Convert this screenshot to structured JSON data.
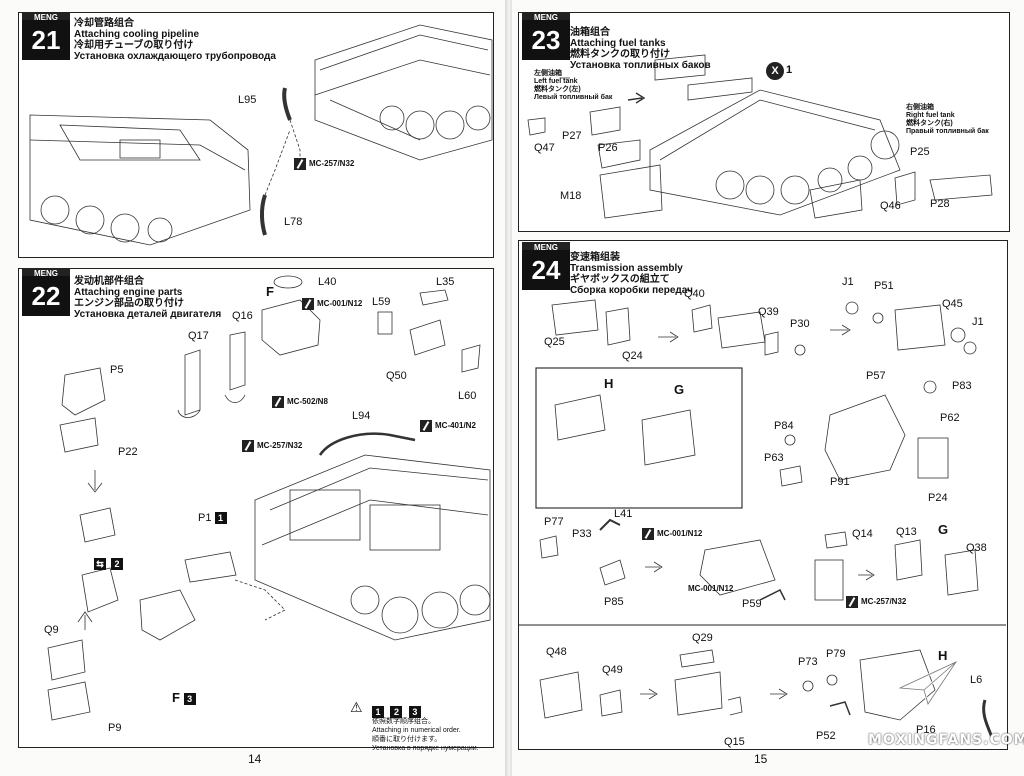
{
  "brand": "MENG",
  "step21": {
    "number": "21",
    "title_cn": "冷却管路组合",
    "title_en": "Attaching cooling pipeline",
    "title_jp": "冷却用チューブの取り付け",
    "title_ru": "Установка охлаждающего трубопровода",
    "labels": [
      "L95",
      "L78"
    ],
    "paint": "MC-257/N32"
  },
  "step22": {
    "number": "22",
    "title_cn": "发动机部件组合",
    "title_en": "Attaching engine parts",
    "title_jp": "エンジン部品の取り付け",
    "title_ru": "Установка деталей двигателя",
    "sub_f": "F",
    "labels": [
      "L40",
      "L35",
      "L59",
      "Q50",
      "L60",
      "Q17",
      "Q16",
      "L94",
      "P5",
      "P22",
      "P1",
      "Q9",
      "P9",
      "F"
    ],
    "paints": [
      "MC-001/N12",
      "MC-502/N8",
      "MC-257/N32",
      "MC-401/N2"
    ],
    "nums": [
      "1",
      "2",
      "3"
    ],
    "note_cn": "依照数字顺序组合。",
    "note_en": "Attaching in numerical order.",
    "note_jp": "順番に取り付けます。",
    "note_ru": "Установка в порядке нумерации."
  },
  "step23": {
    "number": "23",
    "title_cn": "油箱组合",
    "title_en": "Attaching fuel tanks",
    "title_jp": "燃料タンクの取り付け",
    "title_ru": "Установка топливных баков",
    "left_tank_cn": "左侧油箱",
    "left_tank_en": "Left fuel tank",
    "left_tank_jp": "燃料タンク(左)",
    "left_tank_ru": "Левый топливный бак",
    "right_tank_cn": "右侧油箱",
    "right_tank_en": "Right fuel tank",
    "right_tank_jp": "燃料タンク(右)",
    "right_tank_ru": "Правый топливный бак",
    "labels": [
      "Q47",
      "P27",
      "P26",
      "M18",
      "P25",
      "Q46",
      "P28"
    ],
    "x_label": "X",
    "x_count": "1"
  },
  "step24": {
    "number": "24",
    "title_cn": "变速箱组装",
    "title_en": "Transmission assembly",
    "title_jp": "ギヤボックスの組立て",
    "title_ru": "Сборка коробки передач",
    "labels": [
      "Q25",
      "Q24",
      "Q40",
      "Q39",
      "P30",
      "J1",
      "P51",
      "Q45",
      "J1",
      "H",
      "G",
      "P57",
      "P83",
      "P84",
      "P62",
      "P63",
      "P91",
      "P24",
      "P77",
      "L41",
      "P33",
      "P85",
      "Q14",
      "P59",
      "Q13",
      "G",
      "Q38",
      "Q48",
      "Q49",
      "Q29",
      "Q15",
      "P73",
      "P79",
      "H",
      "P52",
      "P16",
      "L6"
    ],
    "paints": [
      "MC-001/N12",
      "MC-001/N12",
      "MC-257/N32"
    ]
  },
  "page_left": "14",
  "page_right": "15",
  "watermark": "MOXINGFANS.COM"
}
